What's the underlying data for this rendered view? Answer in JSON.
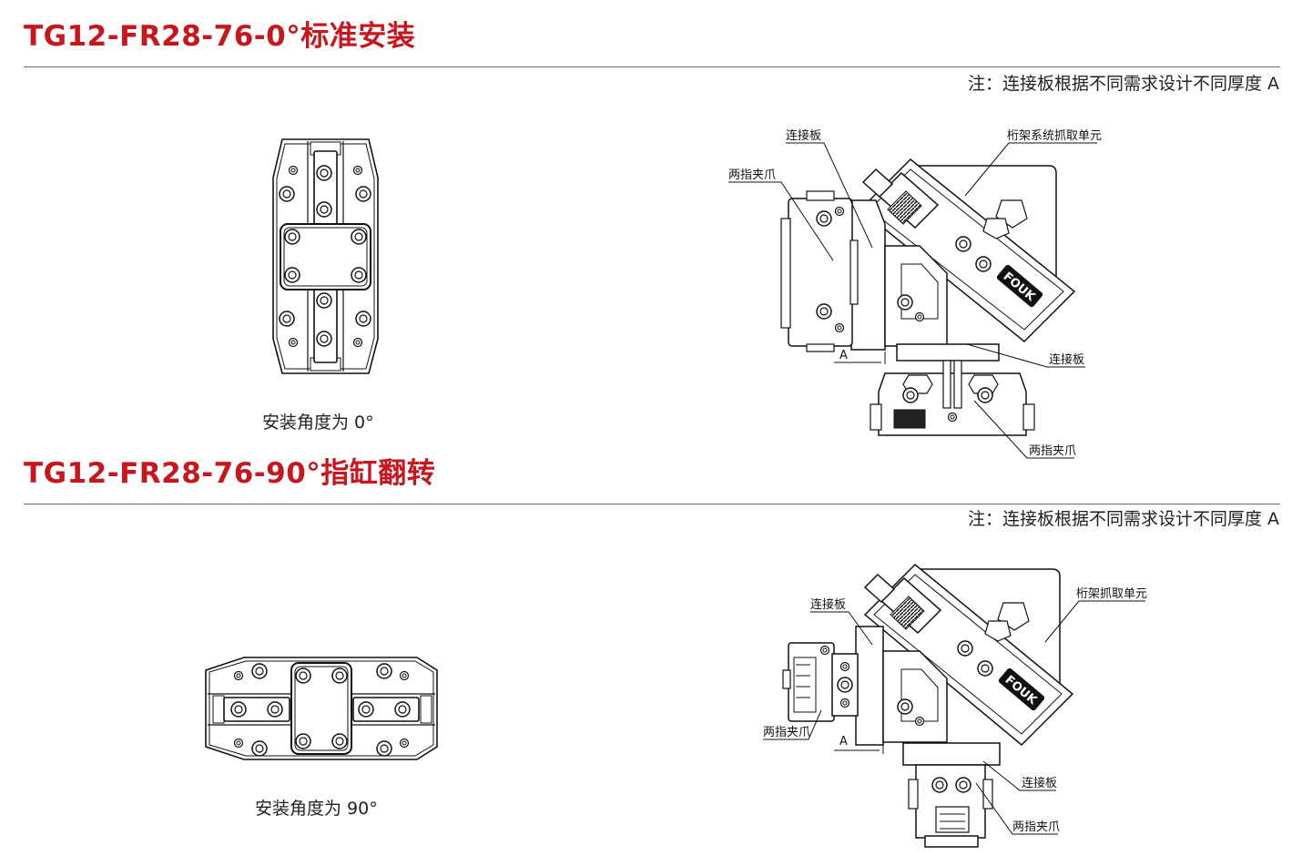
{
  "section1": {
    "title": "TG12-FR28-76-0°标准安装",
    "note": "注：连接板根据不同需求设计不同厚度 A",
    "caption": "安装角度为 0°",
    "labels": {
      "plate_top": "连接板",
      "gantry": "桁架系统抓取单元",
      "gripper_left": "两指夹爪",
      "dimension": "A",
      "plate_bottom": "连接板",
      "gripper_bottom": "两指夹爪",
      "brand": "FOUK"
    }
  },
  "section2": {
    "title": "TG12-FR28-76-90°指缸翻转",
    "note": "注：连接板根据不同需求设计不同厚度 A",
    "caption": "安装角度为 90°",
    "labels": {
      "plate_top": "连接板",
      "gantry": "桁架抓取单元",
      "gripper_left": "两指夹爪",
      "dimension": "A",
      "plate_bottom": "连接板",
      "gripper_bottom": "两指夹爪",
      "brand": "FOUK"
    }
  }
}
